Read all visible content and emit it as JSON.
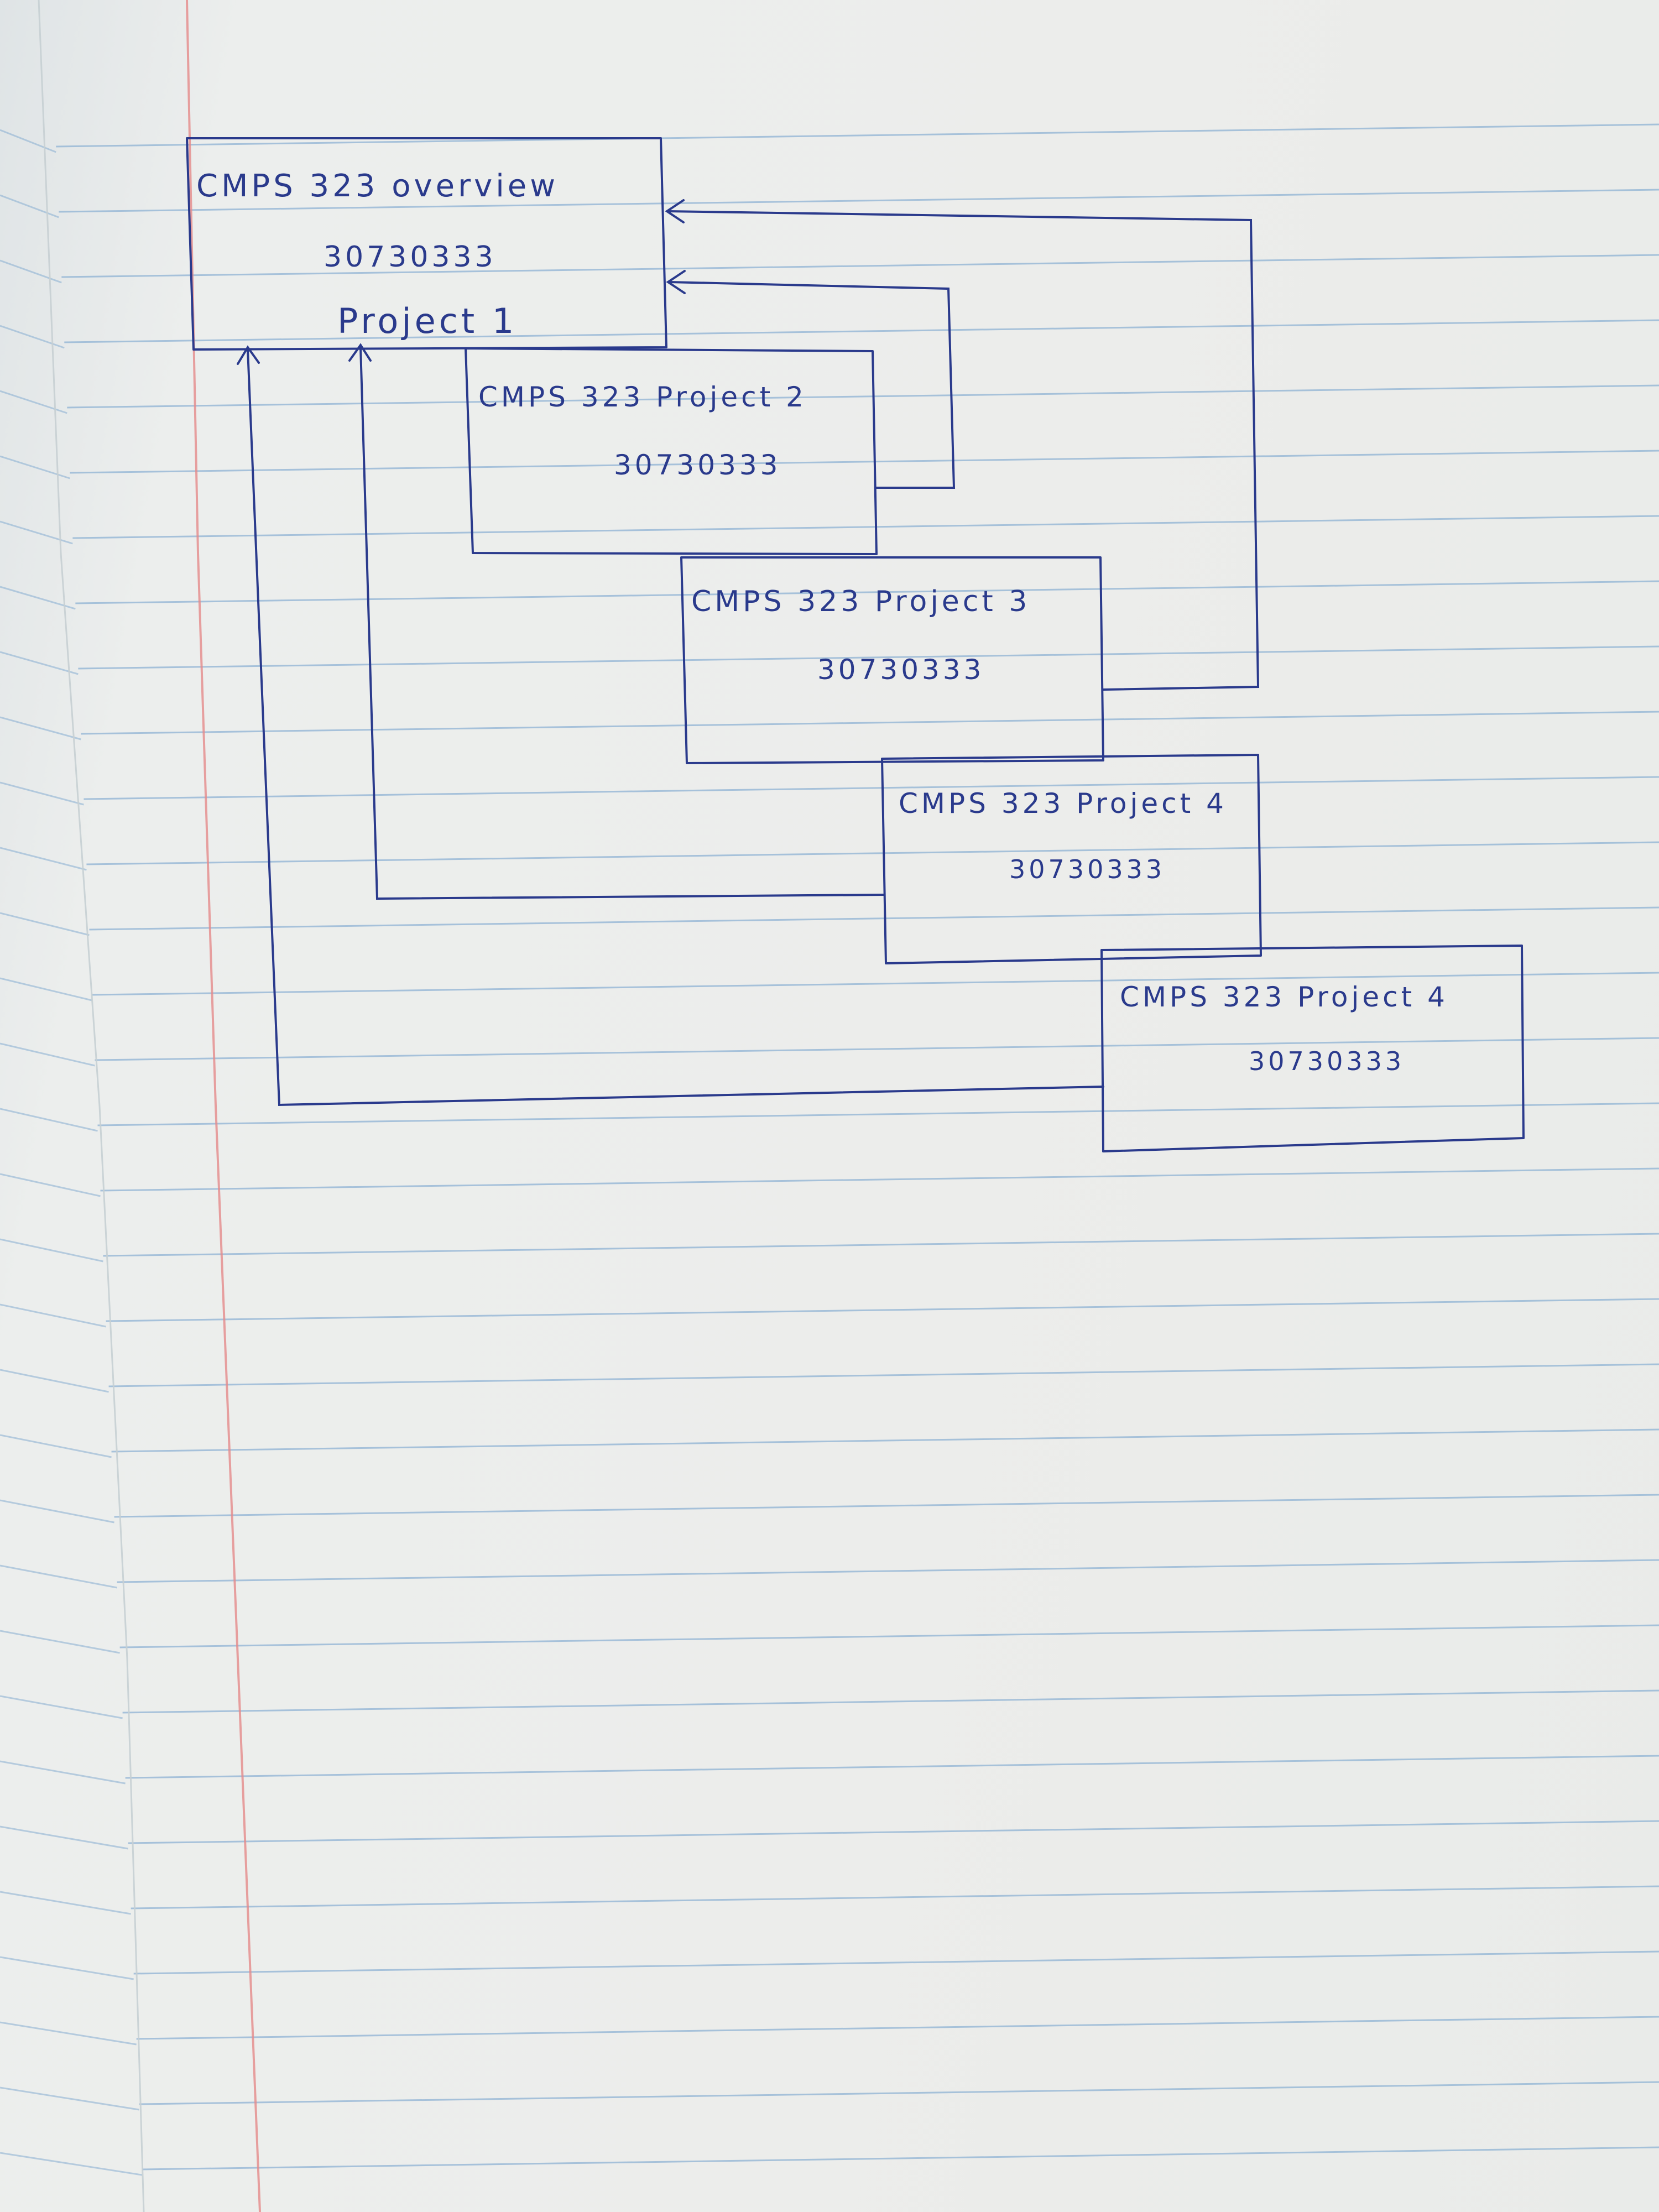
{
  "diagram": {
    "nodes": [
      {
        "id": "overview",
        "title": "CMPS 323 overview",
        "code": "30730333",
        "subtitle": "Project 1"
      },
      {
        "id": "project-2",
        "title": "CMPS 323 Project 2",
        "code": "30730333"
      },
      {
        "id": "project-3",
        "title": "CMPS 323 Project 3",
        "code": "30730333"
      },
      {
        "id": "project-4a",
        "title": "CMPS 323 Project 4",
        "code": "30730333"
      },
      {
        "id": "project-4b",
        "title": "CMPS 323 Project 4",
        "code": "30730333"
      }
    ],
    "edges": [
      {
        "from": "project-2",
        "to": "overview"
      },
      {
        "from": "project-3",
        "to": "overview"
      },
      {
        "from": "project-4a",
        "to": "overview"
      },
      {
        "from": "project-4b",
        "to": "overview"
      }
    ]
  },
  "colors": {
    "ink": "#2a3a8c",
    "ruled_line": "#8fb3d4",
    "margin_line": "#e58a8a",
    "paper": "#ecedeb"
  }
}
